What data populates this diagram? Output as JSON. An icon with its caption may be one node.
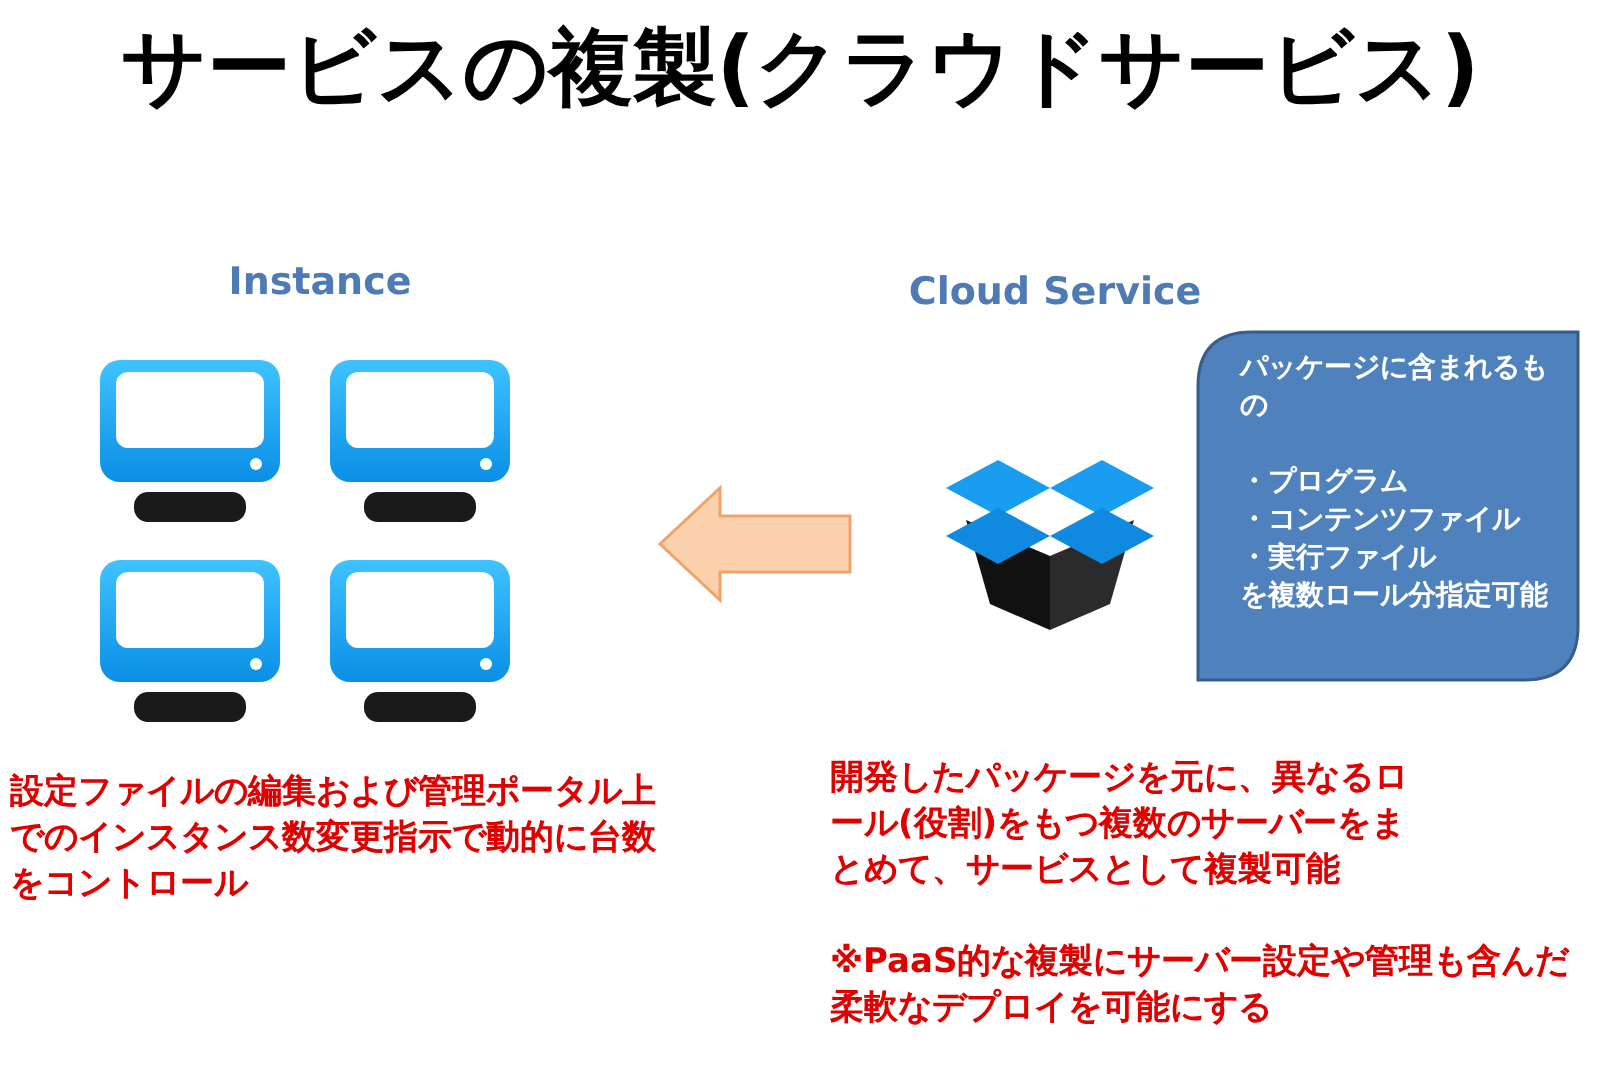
{
  "diagram": {
    "title": "サービスの複製(クラウドサービス)",
    "nodes": [
      {
        "text": [
          "Instance"
        ]
      },
      {
        "text": [
          "Cloud Service"
        ]
      },
      {
        "text": [
          "パッケージに含まれるもの",
          "・プログラム",
          "・コンテンツファイル",
          "・実行ファイル",
          "を複数ロール分指定可能"
        ]
      }
    ],
    "edges": [
      {
        "from": 1,
        "to": 0,
        "arrow": "to",
        "color": "#fbd0ac"
      }
    ],
    "labels": [
      "設定ファイルの編集および管理ポータル上でのインスタンス数変更指示で動的に台数をコントロール",
      "開発したパッケージを元に、異なるロール(役割)をもつ複数のサーバーをまとめて、サービスとして複製可能",
      "※PaaS的な複製にサーバー設定や管理も含んだ柔軟なデプロイを可能にする"
    ]
  }
}
